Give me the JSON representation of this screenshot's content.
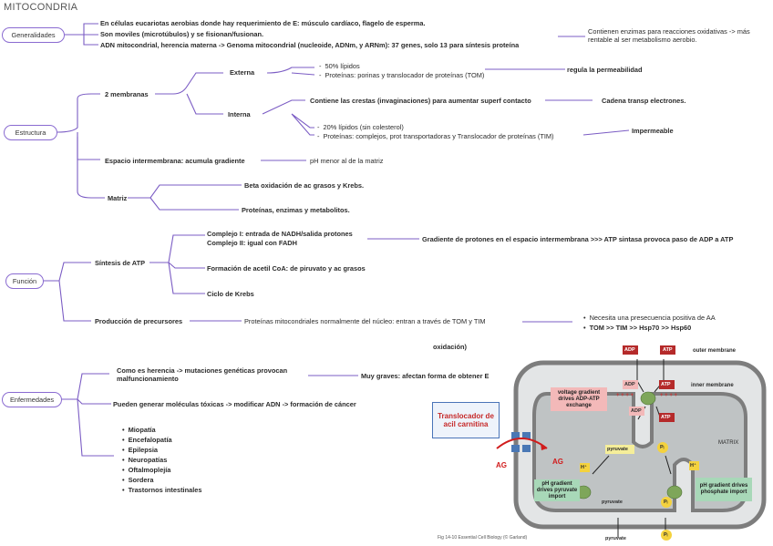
{
  "title": "MITOCONDRIA",
  "generalidades": {
    "label": "Generalidades",
    "line1": "En células eucariotas aerobias donde hay requerimiento de E: músculo cardíaco, flagelo de esperma.",
    "line2": "Son moviles (microtúbulos) y se fisionan/fusionan.",
    "line3": "ADN mitocondrial, herencia materna -> Genoma mitocondrial (nucleoide, ADNm, y ARNm): 37 genes, solo 13 para síntesis proteína",
    "side": "Contienen enzimas para reacciones oxidativas -> más rentable al ser metabolismo aerobio."
  },
  "estructura": {
    "label": "Estructura",
    "membranas": "2 membranas",
    "externa": "Externa",
    "externa_items": [
      "50% lípidos",
      "Proteínas: porinas y translocador de proteínas (TOM)"
    ],
    "externa_note": "regula la permeabilidad",
    "interna": "Interna",
    "interna_crestas": "Contiene las crestas (invaginaciones) para aumentar superf contacto",
    "interna_crestas_note": "Cadena transp electrones.",
    "interna_items": [
      "20% lípidos (sin colesterol)",
      "Proteínas: complejos, prot transportadoras y Translocador de proteínas (TIM)"
    ],
    "interna_note": "Impermeable",
    "espacio": "Espacio intermembrana: acumula gradiente",
    "espacio_note": "pH menor al de la matriz",
    "matriz": "Matriz",
    "matriz_items": [
      "Beta oxidación de ac grasos y Krebs.",
      "Proteínas, enzimas y metabolitos."
    ]
  },
  "funcion": {
    "label": "Función",
    "sintesis": "Síntesis de ATP",
    "complejo1": "Complejo I: entrada de NADH/salida protones",
    "complejo2": "Complejo II: igual con FADH",
    "gradiente": "Gradiente de protones en el espacio intermembrana >>> ATP sintasa provoca paso de ADP a ATP",
    "acetil": "Formación de acetil CoA: de piruvato y ac grasos",
    "krebs": "Ciclo de Krebs",
    "precursores": "Producción de precursores",
    "precursores_note": "Proteínas mitocondriales normalmente del núcleo: entran a través de TOM y TIM",
    "precursores_items": [
      "Necesita una presecuencia positiva de AA",
      "TOM >> TIM >> Hsp70 >> Hsp60"
    ],
    "cut_text": "oxidación)"
  },
  "enfermedades": {
    "label": "Enfermedades",
    "herencia": "Como es herencia -> mutaciones genéticas provocan malfuncionamiento",
    "herencia_note": "Muy graves: afectan forma de obtener E",
    "toxicas": "Pueden generar moléculas tóxicas -> modificar ADN -> formación de cáncer",
    "list": [
      "Miopatía",
      "Encefalopatía",
      "Epilepsia",
      "Neuropatías",
      "Oftalmoplejía",
      "Sordera",
      "Trastornos intestinales"
    ]
  },
  "figure": {
    "translocador": "Translocador de acil carnitina",
    "ag": "AG",
    "outer_membrane": "outer membrane",
    "inner_membrane": "inner membrane",
    "matrix": "MATRIX",
    "adp": "ADP",
    "atp": "ATP",
    "pi": "Pᵢ",
    "h": "H⁺",
    "pyruvate": "pyruvate",
    "voltage_box": "voltage gradient drives ADP-ATP exchange",
    "ph_box_left": "pH gradient drives pyruvate import",
    "ph_box_right": "pH gradient drives phosphate import",
    "plus": "+ + + +",
    "caption": "Fig 14-10 Essential Cell Biology (© Garland)",
    "colors": {
      "membrane": "#7d7d7d",
      "matrix_fill": "#bfc3c4",
      "space_fill": "#e3e5e6",
      "atp_red": "#b52a2a",
      "green_box": "#a8d8b8",
      "pink_box": "#f3b9b9"
    }
  }
}
